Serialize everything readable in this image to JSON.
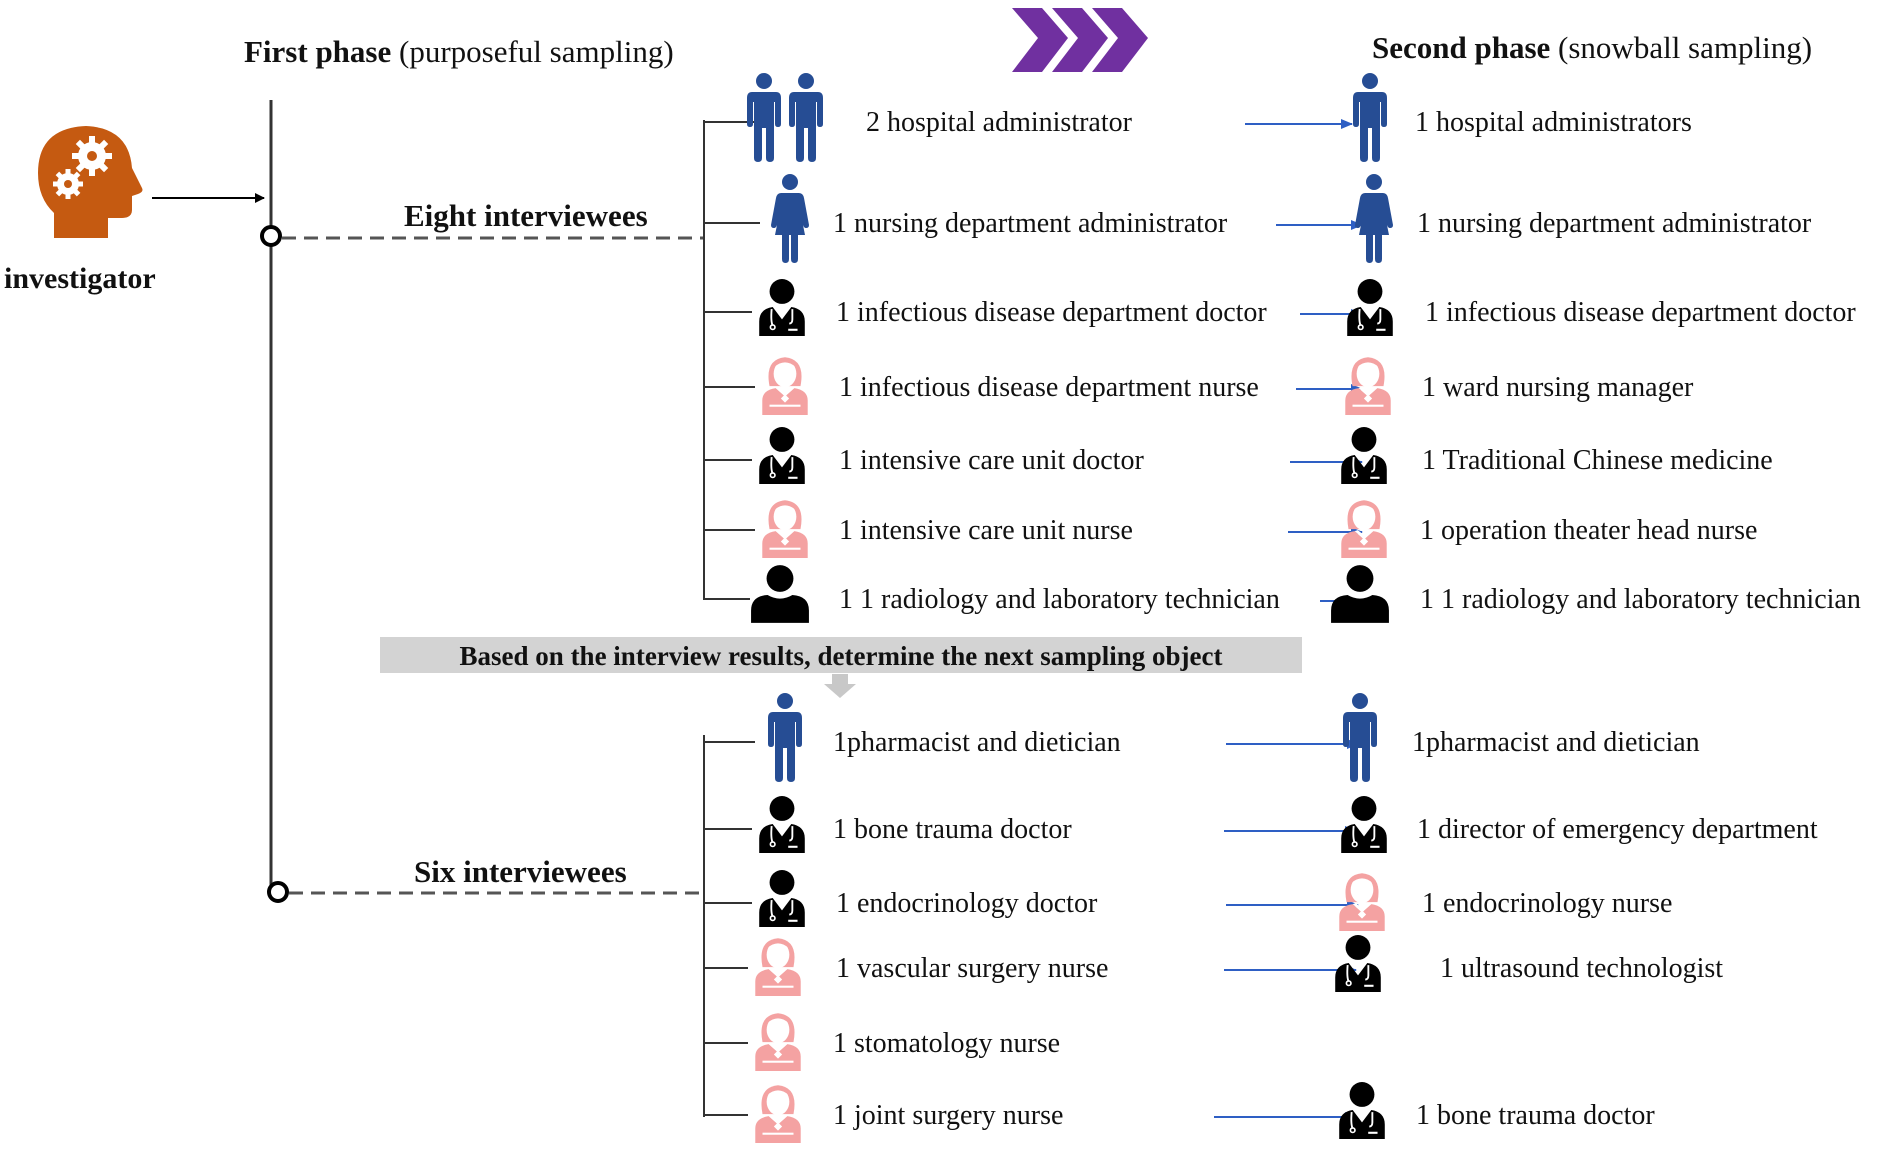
{
  "header": {
    "first_phase_bold": "First phase",
    "first_phase_paren": "(purposeful sampling)",
    "second_phase_bold": "Second phase",
    "second_phase_paren": "(snowball sampling)"
  },
  "investigator_label": "investigator",
  "group1_label": "Eight interviewees",
  "group2_label": "Six interviewees",
  "banner_text": "Based on the interview results, determine the next sampling object",
  "colors": {
    "admin_blue": "#264d94",
    "nurse_pink": "#f4a2a2",
    "doctor_black": "#000000",
    "investigator_orange": "#c55a11",
    "chevron_purple": "#7030a0",
    "arrow_blue": "#2e5fc4",
    "banner_gray": "#d3d3d3"
  },
  "group1": [
    {
      "first_icon": "admin-male-pair-icon",
      "first_text": "2 hospital administrator",
      "second_icon": "admin-male-icon",
      "second_text": "1 hospital administrators"
    },
    {
      "first_icon": "admin-female-icon",
      "first_text": "1 nursing department administrator",
      "second_icon": "admin-female-icon",
      "second_text": "1 nursing department administrator"
    },
    {
      "first_icon": "doctor-icon",
      "first_text": "1 infectious disease department doctor",
      "second_icon": "doctor-icon",
      "second_text": "1 infectious disease department doctor"
    },
    {
      "first_icon": "nurse-icon",
      "first_text": "1 infectious disease department nurse",
      "second_icon": "nurse-icon",
      "second_text": "1 ward nursing manager"
    },
    {
      "first_icon": "doctor-icon",
      "first_text": "1 intensive care unit doctor",
      "second_icon": "doctor-icon",
      "second_text": "1 Traditional Chinese medicine"
    },
    {
      "first_icon": "nurse-icon",
      "first_text": "1 intensive care unit nurse",
      "second_icon": "nurse-icon",
      "second_text": "1 operation theater head nurse"
    },
    {
      "first_icon": "technician-icon",
      "first_text": "1 1 radiology and laboratory technician",
      "second_icon": "technician-icon",
      "second_text": "1 1 radiology and laboratory technician"
    }
  ],
  "group2": [
    {
      "first_icon": "admin-male-icon",
      "first_text": "1pharmacist and dietician",
      "second_icon": "admin-male-icon",
      "second_text": "1pharmacist and dietician"
    },
    {
      "first_icon": "doctor-icon",
      "first_text": "1 bone trauma doctor",
      "second_icon": "doctor-icon",
      "second_text": "1 director of emergency department"
    },
    {
      "first_icon": "doctor-icon",
      "first_text": "1 endocrinology doctor",
      "second_icon": "nurse-icon",
      "second_text": "1 endocrinology nurse"
    },
    {
      "first_icon": "nurse-icon",
      "first_text": "1 vascular surgery nurse",
      "second_icon": "doctor-icon",
      "second_text": "1 ultrasound technologist"
    },
    {
      "first_icon": "nurse-icon",
      "first_text": "1 stomatology nurse",
      "second_icon": "",
      "second_text": ""
    },
    {
      "first_icon": "nurse-icon",
      "first_text": "1 joint surgery nurse",
      "second_icon": "doctor-icon",
      "second_text": "1 bone trauma doctor"
    }
  ]
}
